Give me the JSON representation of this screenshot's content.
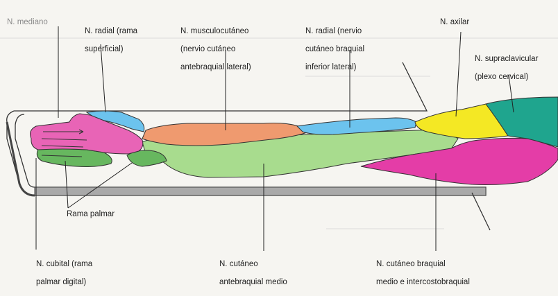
{
  "labels": {
    "mediano": "N. mediano",
    "radial_sup": [
      "N. radial (rama",
      "superficial)"
    ],
    "musculo": [
      "N. musculocutáneo",
      "(nervio cutáneo",
      "antebraquial lateral)"
    ],
    "radial_inf": [
      "N. radial (nervio",
      "cutáneo braquial",
      "inferior lateral)"
    ],
    "axilar": "N. axilar",
    "supraclav": [
      "N. supraclavicular",
      "(plexo cervical)"
    ],
    "rama_palmar": "Rama palmar",
    "cubital": [
      "N. cubital (rama",
      "palmar digital)"
    ],
    "cutaneo_medio": [
      "N. cutáneo",
      "antebraquial medio"
    ],
    "braquial_medio": [
      "N. cutáneo braquial",
      "medio e intercostobraquial"
    ]
  },
  "colors": {
    "mediano": "#e864b6",
    "radial": "#6cc3ee",
    "musculo": "#ef9a6f",
    "cubital": "#67b75f",
    "cutaneo_medio": "#a8dc8e",
    "axilar": "#f4e824",
    "supraclav": "#1fa58e",
    "braquial_medio": "#e43da7"
  }
}
